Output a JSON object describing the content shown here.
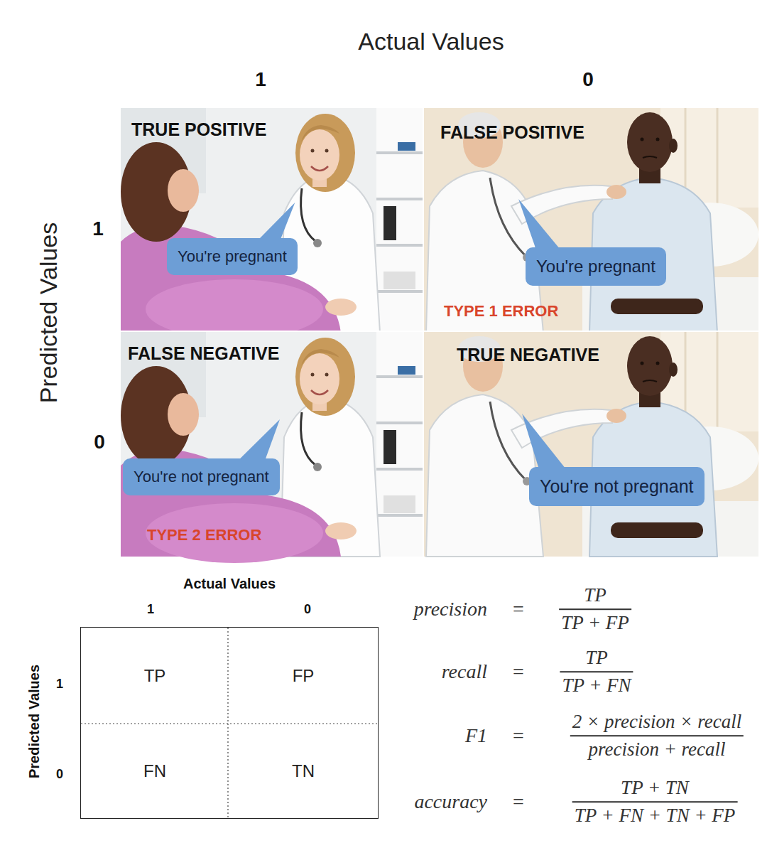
{
  "diagram": {
    "nodes": [
      {
        "text": [
          "TRUE POSITIVE"
        ]
      },
      {
        "text": [
          "You're pregnant"
        ],
        "in": 0
      },
      {
        "text": [
          "FALSE POSITIVE",
          "TYPE 1 ERROR"
        ]
      },
      {
        "text": [
          "You're pregnant"
        ],
        "in": 2
      },
      {
        "text": [
          "FALSE NEGATIVE",
          "TYPE 2 ERROR"
        ]
      },
      {
        "text": [
          "You're not pregnant"
        ],
        "in": 4
      },
      {
        "text": [
          "TRUE NEGATIVE"
        ]
      },
      {
        "text": [
          "You're not pregnant"
        ],
        "in": 6
      },
      {
        "text": []
      },
      {
        "text": [
          "TP"
        ],
        "in": 8
      },
      {
        "text": [
          "FP"
        ],
        "in": 8
      },
      {
        "text": [
          "FN"
        ],
        "in": 8
      },
      {
        "text": [
          "TN"
        ],
        "in": 8
      }
    ],
    "labels": [
      "Actual Values",
      "1",
      "0",
      "Predicted Values",
      "1",
      "0",
      "Actual Values",
      "1",
      "0",
      "Predicted Values",
      "1",
      "0",
      "precision",
      "=",
      "TP",
      "TP + FP",
      "recall",
      "=",
      "TP",
      "TP + FN",
      "F1",
      "=",
      "2 × precision × recall",
      "precision + recall",
      "accuracy",
      "=",
      "TP + TN",
      "TP + FN + TN + FP"
    ]
  }
}
